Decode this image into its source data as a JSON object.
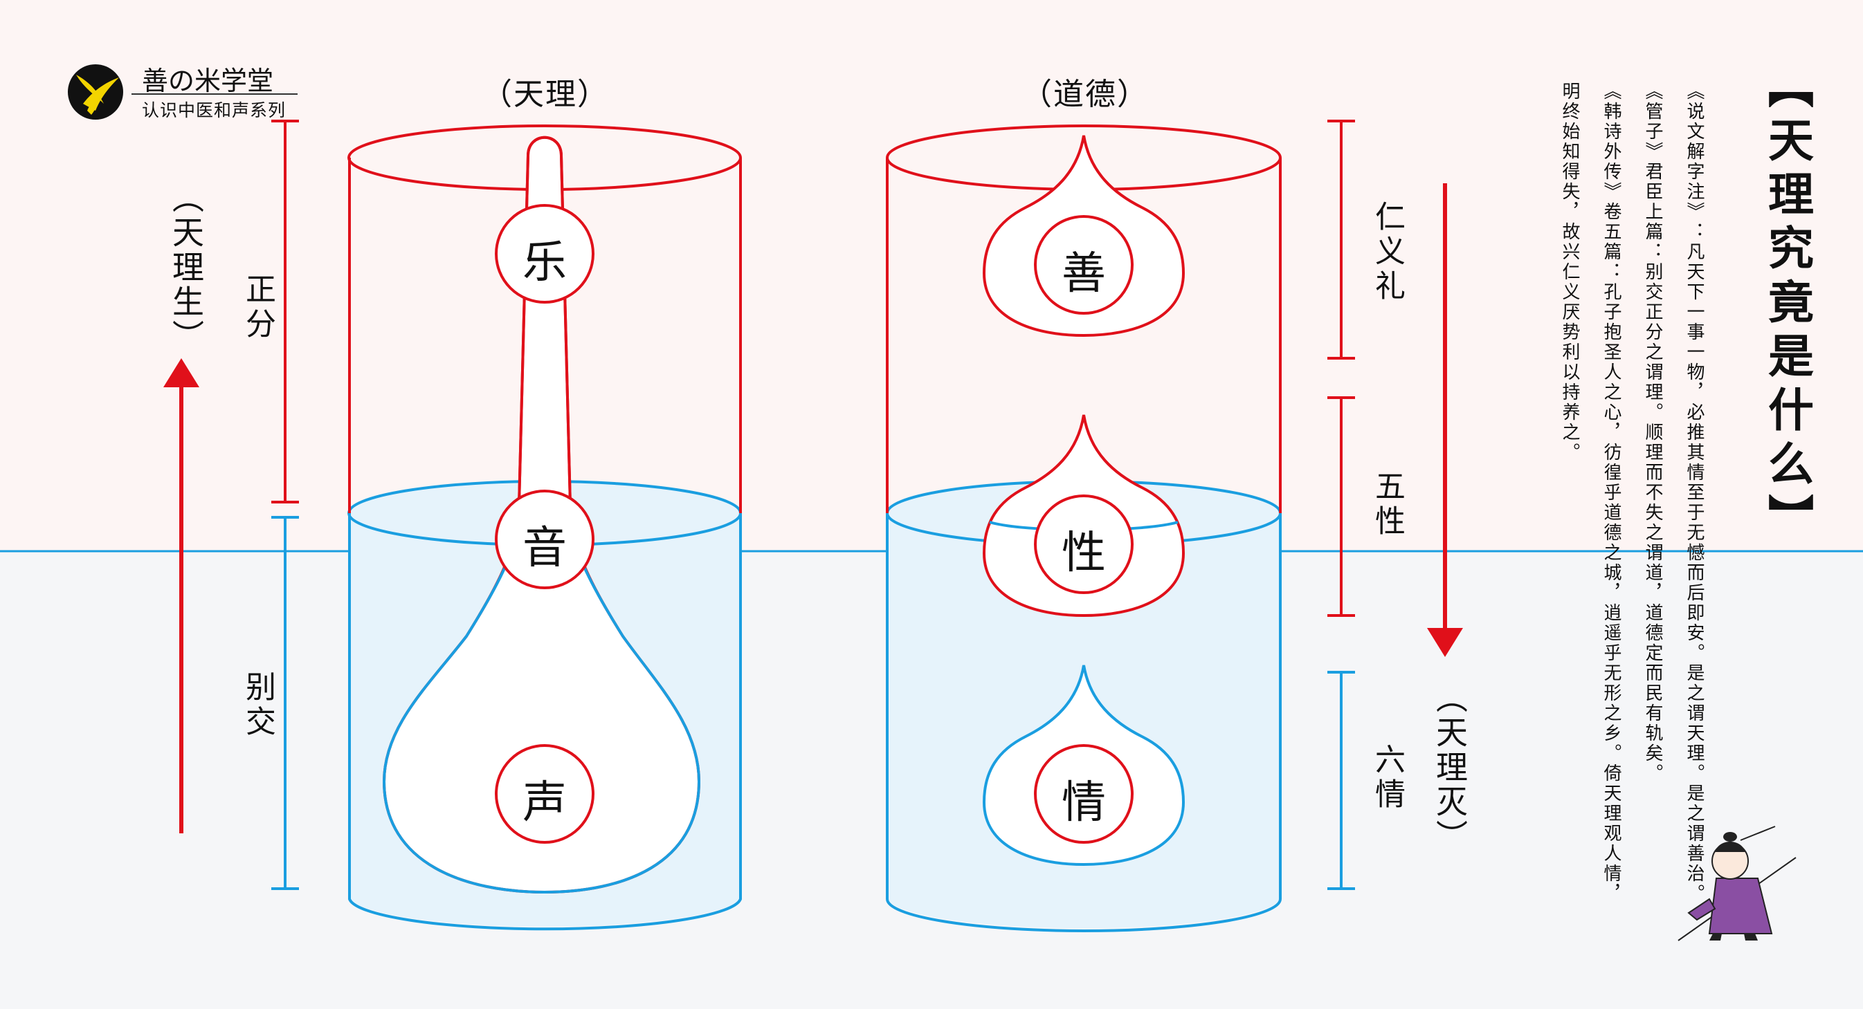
{
  "logo": {
    "title": "善の米学堂",
    "subtitle": "认识中医和声系列"
  },
  "page_title": "【天理究竟是什么】",
  "quotes": [
    "《说文解字注》：凡天下一事一物，必推其情至于无憾而后即安。是之谓天理。是之谓善治。",
    "《管子》君臣上篇：别交正分之谓理。顺理而不失之谓道，道德定而民有轨矣。",
    "《韩诗外传》卷五篇：孔子抱圣人之心，彷徨乎道德之城，逍遥乎无形之乡。倚天理观人情，",
    "明终始知得失，故兴仁义厌势利以持养之。"
  ],
  "left_cylinder": {
    "top_label": "（天理）",
    "nodes": [
      "乐",
      "音",
      "声"
    ],
    "range_upper": "正分",
    "range_lower": "别交"
  },
  "right_cylinder": {
    "top_label": "（道德）",
    "nodes": [
      "善",
      "性",
      "情"
    ],
    "range_upper": "仁义礼",
    "range_middle": "五性",
    "range_lower": "六情"
  },
  "arrow_up_label": "（天理生）",
  "arrow_down_label": "（天理灭）",
  "colors": {
    "red": "#e0101a",
    "blue": "#1a9ee0",
    "water": "#e6f3fb",
    "arrow_red": "#e0101a"
  }
}
